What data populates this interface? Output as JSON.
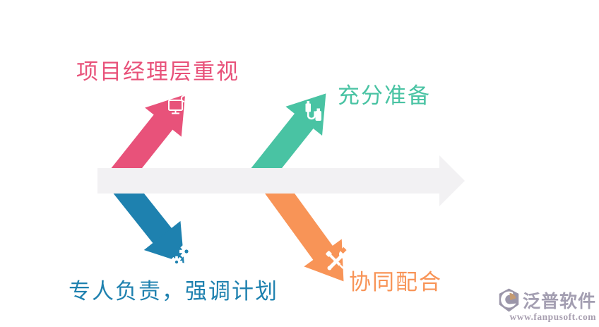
{
  "diagram": {
    "type": "fishbone-arrow-diagram",
    "axis": {
      "name": "main-horizontal-arrow",
      "direction": "right",
      "color": "#F2F1F3"
    },
    "branches": [
      {
        "id": "project-manager-attention",
        "label": "项目经理层重视",
        "color": "#E8527A",
        "direction": "up-right",
        "icon": "monitor-cloud-sync-icon"
      },
      {
        "id": "full-preparation",
        "label": "充分准备",
        "color": "#49C3A3",
        "direction": "up-right",
        "icon": "usb-cable-icon"
      },
      {
        "id": "dedicated-owner-plan",
        "label": "专人负责，强调计划",
        "color": "#1E81AF",
        "direction": "down-right",
        "icon": "gears-icon"
      },
      {
        "id": "collaboration",
        "label": "协同配合",
        "color": "#F89457",
        "direction": "down-right",
        "icon": "tools-icon"
      }
    ]
  },
  "watermark": {
    "title": "泛普软件",
    "url": "www.fanpusoft.com",
    "color": "#A39EB1"
  }
}
